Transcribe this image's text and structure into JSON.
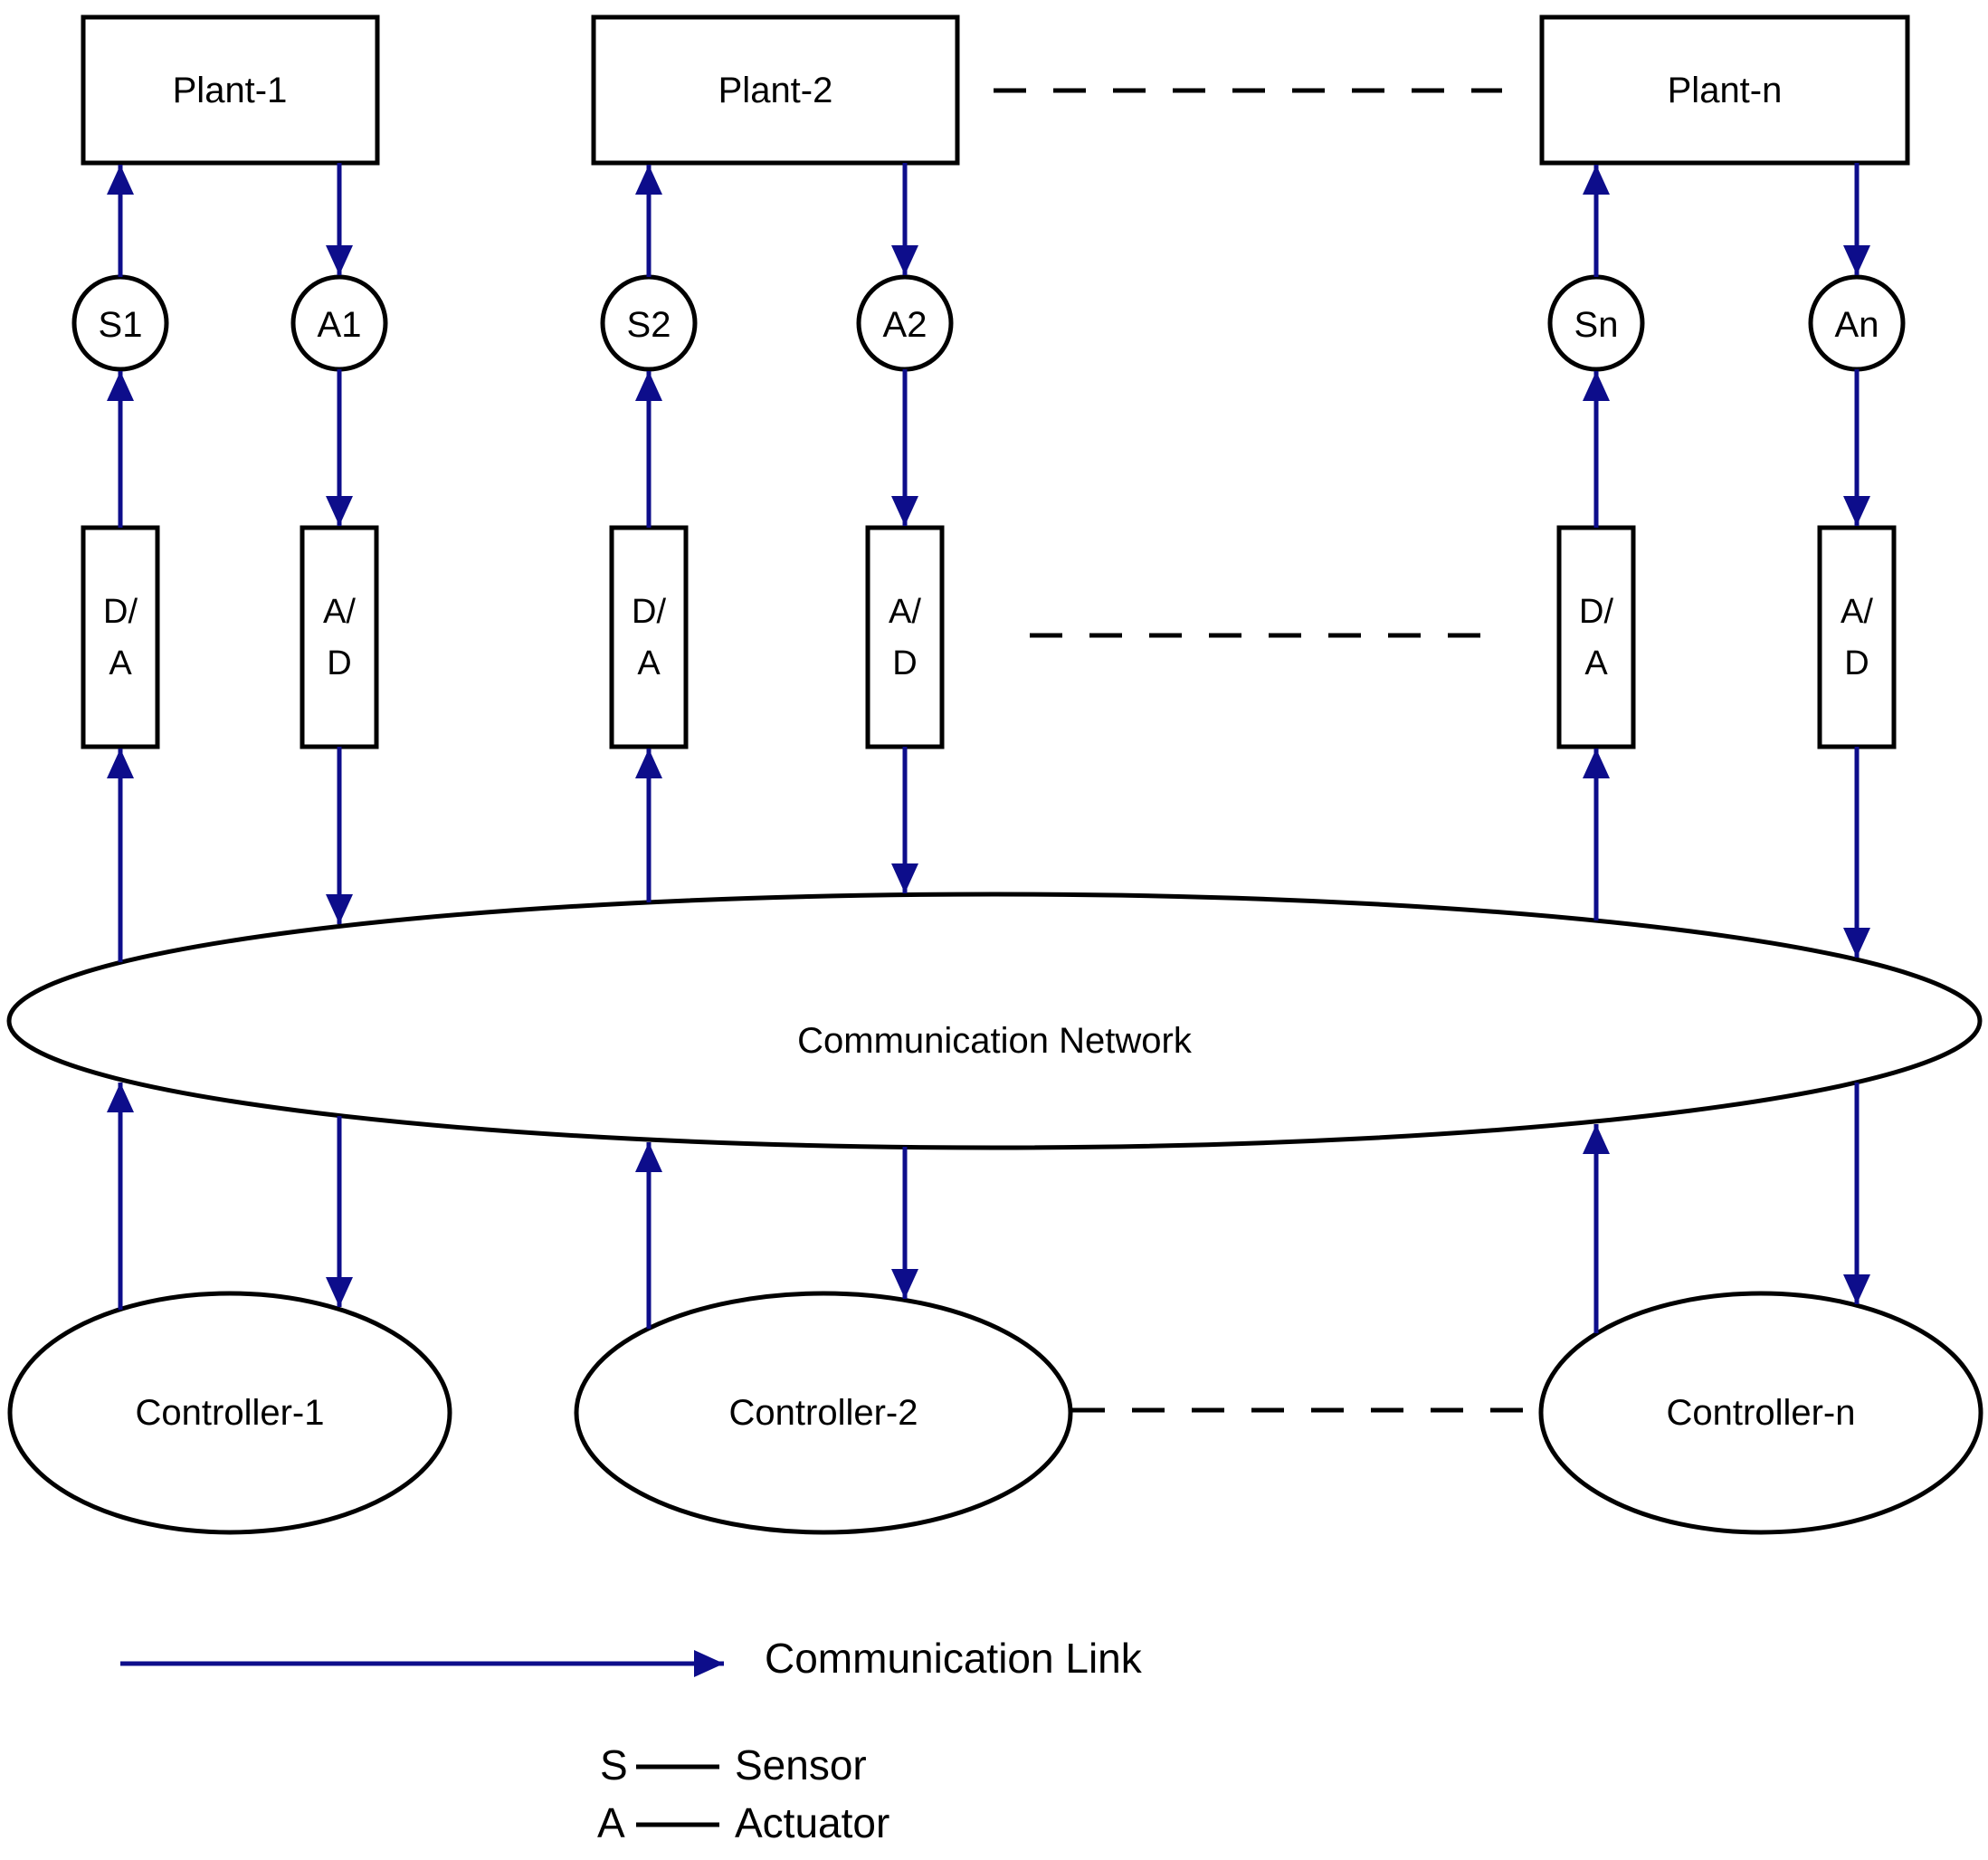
{
  "plants": [
    {
      "label": "Plant-1"
    },
    {
      "label": "Plant-2"
    },
    {
      "label": "Plant-n"
    }
  ],
  "sensors": [
    {
      "label": "S1"
    },
    {
      "label": "S2"
    },
    {
      "label": "Sn"
    }
  ],
  "actuators": [
    {
      "label": "A1"
    },
    {
      "label": "A2"
    },
    {
      "label": "An"
    }
  ],
  "converters": {
    "da": {
      "line1": "D/",
      "line2": "A"
    },
    "ad": {
      "line1": "A/",
      "line2": "D"
    }
  },
  "network": {
    "label": "Communication Network"
  },
  "controllers": [
    {
      "label": "Controller-1"
    },
    {
      "label": "Controller-2"
    },
    {
      "label": "Controller-n"
    }
  ],
  "legend": {
    "link": "Communication Link",
    "sensor_symbol": "S",
    "sensor": "Sensor",
    "actuator_symbol": "A",
    "actuator": "Actuator"
  },
  "colors": {
    "link_blue": "#0d0d8b",
    "outline_black": "#000000",
    "background": "#ffffff"
  }
}
